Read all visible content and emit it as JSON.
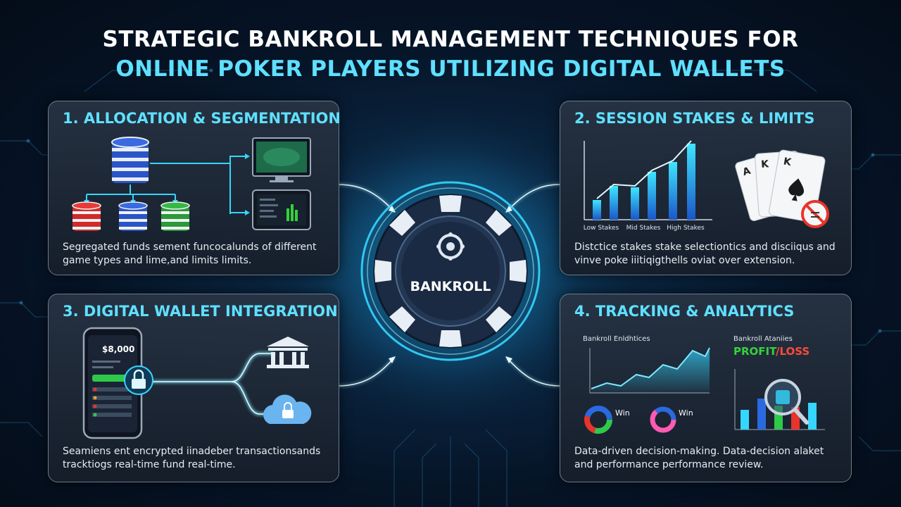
{
  "header": {
    "title_line1": "STRATEGIC BANKROLL MANAGEMENT TECHNIQUES FOR",
    "title_line2": "ONLINE POKER PLAYERS UTILIZING DIGITAL WALLETS"
  },
  "center": {
    "label": "BANKROLL"
  },
  "panels": [
    {
      "title": "1. ALLOCATION & SEGMENTATION",
      "description": "Segregated funds sement funcocalunds of different game types and lime,and limits limits."
    },
    {
      "title": "2. SESSION STAKES & LIMITS",
      "description": "Distctice stakes stake selectiontics and disciiqus and vinve poke iiitiqigthells oviat over extension.",
      "chart_labels": [
        "Low Stakes",
        "Mid Stakes",
        "High Stakes"
      ]
    },
    {
      "title": "3. DIGITAL WALLET INTEGRATION",
      "description": "Seamiens ent encrypted iinadeber transactionsands tracktiogs real-time fund real-time.",
      "wallet_balance": "$8,000"
    },
    {
      "title": "4. TRACKING & ANALYTICS",
      "description": "Data-driven decision-making. Data-decision alaket and performance performance review.",
      "line_chart_label": "Bankroll Enldhtices",
      "bar_chart_label": "Bankroll Ataniies",
      "profit_label": "PROFIT",
      "loss_label": "/LOSS",
      "win_label_1": "Win",
      "win_label_2": "Win"
    }
  ],
  "colors": {
    "accent": "#5fe0ff",
    "profit": "#37d13a",
    "loss": "#ff4a3a"
  }
}
